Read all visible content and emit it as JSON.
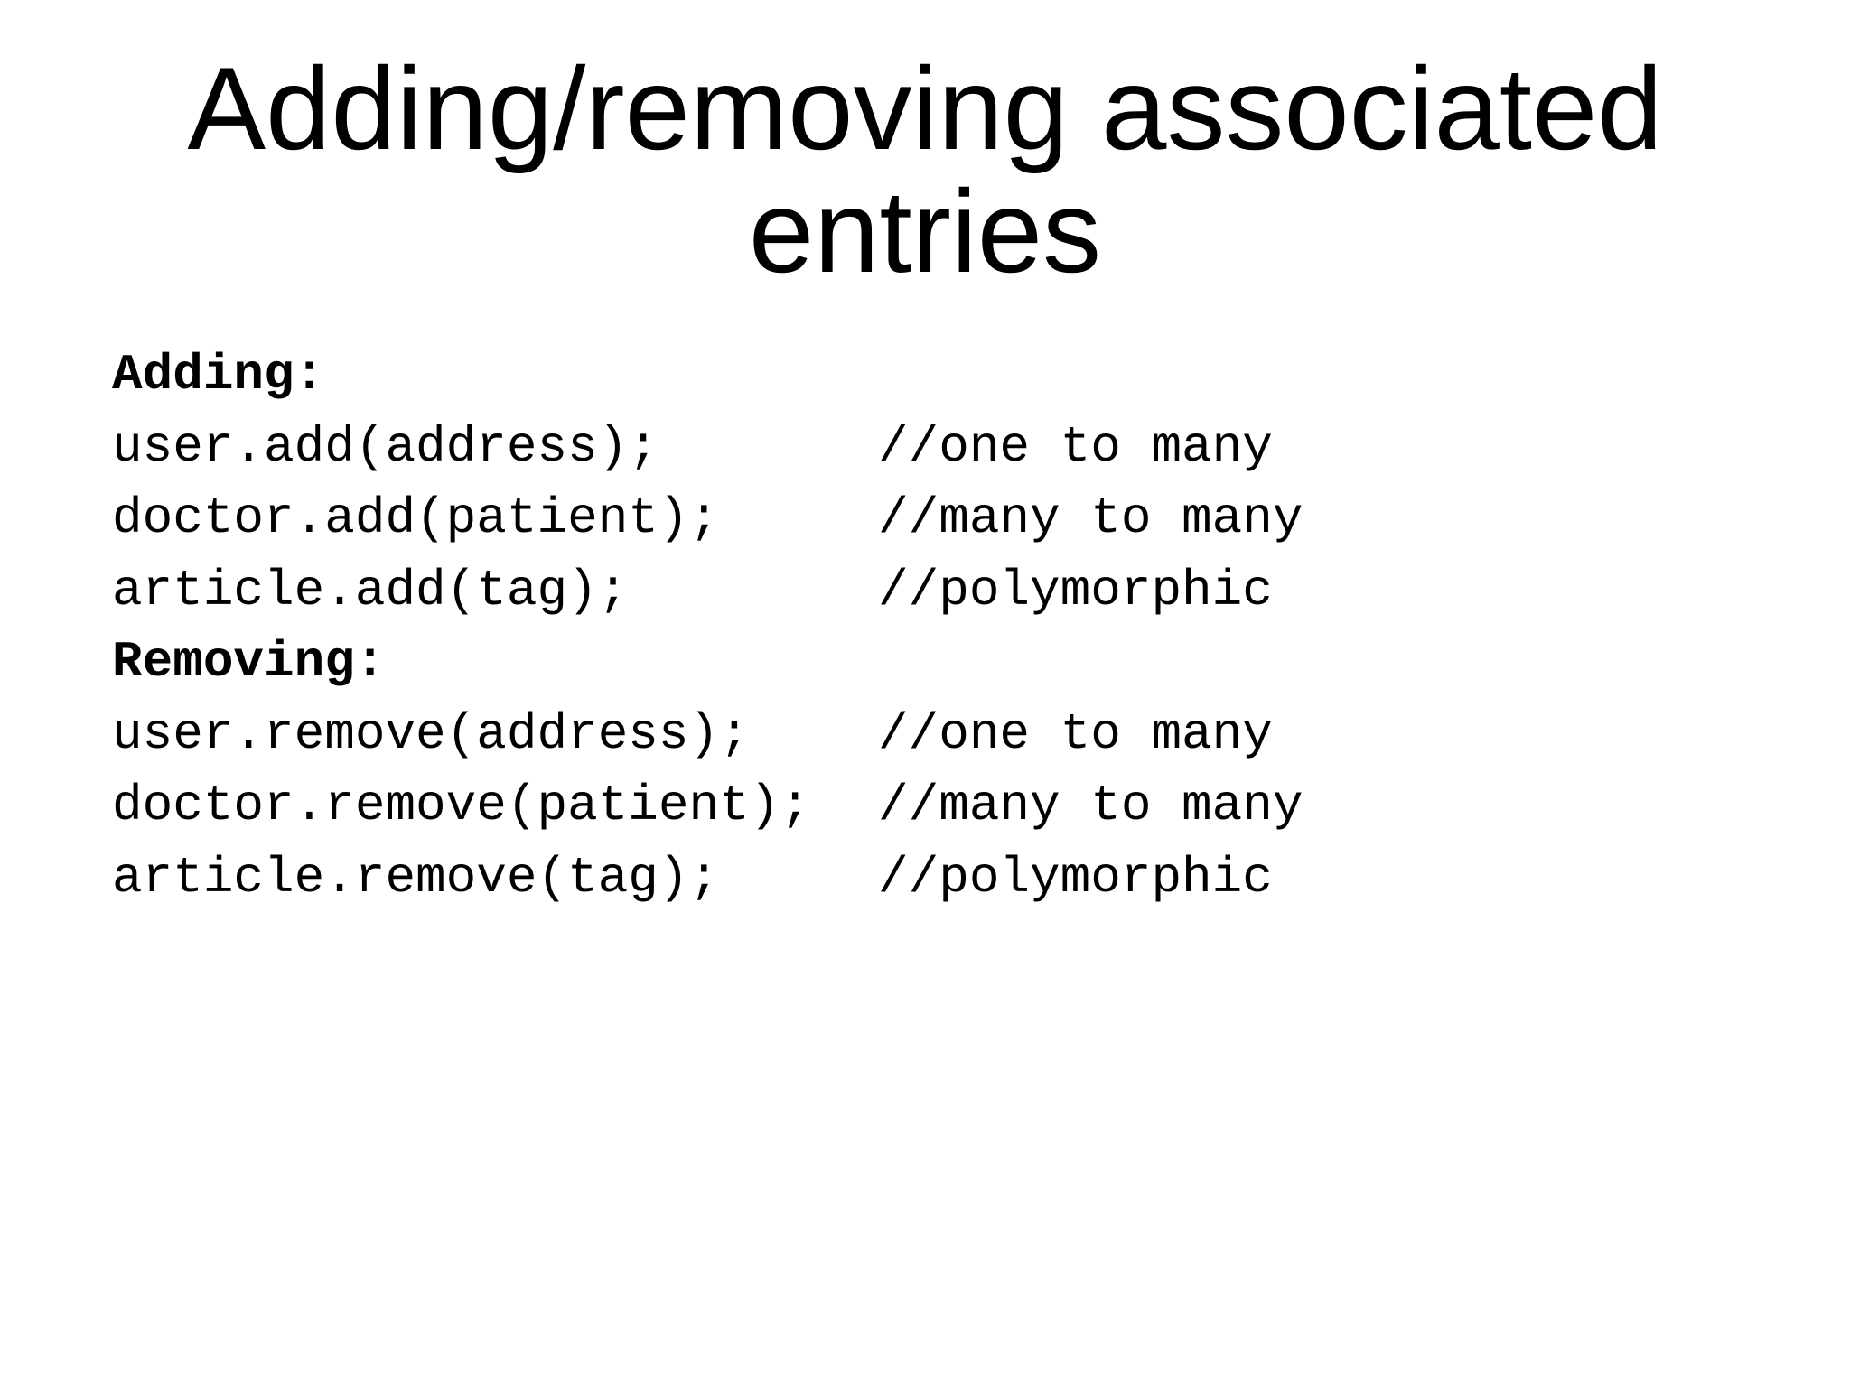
{
  "slide": {
    "title_line1": "Adding/removing associated",
    "title_line2": "entries",
    "adding": {
      "heading": "Adding:",
      "lines": [
        {
          "code": "user.add(address);",
          "comment": "//one to many"
        },
        {
          "code": "doctor.add(patient);",
          "comment": "//many to many"
        },
        {
          "code": "article.add(tag);",
          "comment": "//polymorphic"
        }
      ]
    },
    "removing": {
      "heading": "Removing:",
      "lines": [
        {
          "code": "user.remove(address);",
          "comment": "//one to many"
        },
        {
          "code": "doctor.remove(patient);",
          "comment": "//many to many"
        },
        {
          "code": "article.remove(tag);",
          "comment": "//polymorphic"
        }
      ]
    }
  }
}
